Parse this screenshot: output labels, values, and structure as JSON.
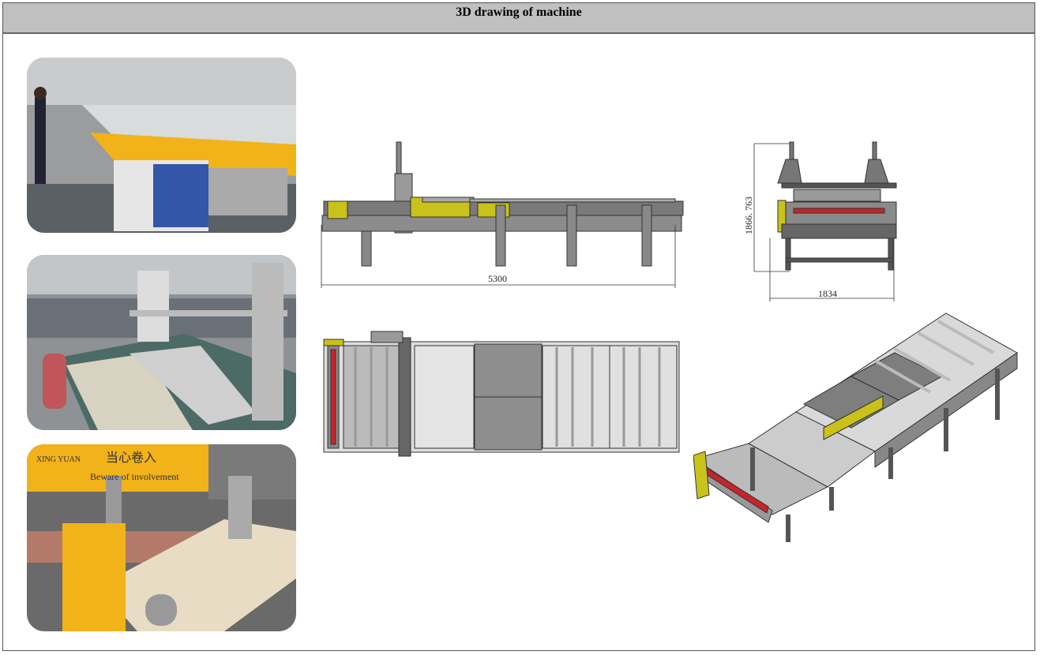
{
  "header": {
    "title": "3D drawing of machine"
  },
  "photos": [
    {
      "label": "machine-photo-workshop",
      "sign_text": ""
    },
    {
      "label": "machine-photo-rollers",
      "sign_text": ""
    },
    {
      "label": "machine-photo-closeup",
      "sign_brand": "XING YUAN",
      "sign_warning_cn": "当心卷入",
      "sign_warning_en": "Beware of involvement"
    }
  ],
  "drawings": {
    "side_view": {
      "length_dim": "5300"
    },
    "front_view": {
      "height_dim": "1866. 763",
      "width_dim": "1834"
    }
  },
  "colors": {
    "header_bg": "#c0c0c0",
    "machine_yellow": "#f2b21a",
    "drawing_yellow": "#c9c21a",
    "roller_red": "#c8242a"
  }
}
